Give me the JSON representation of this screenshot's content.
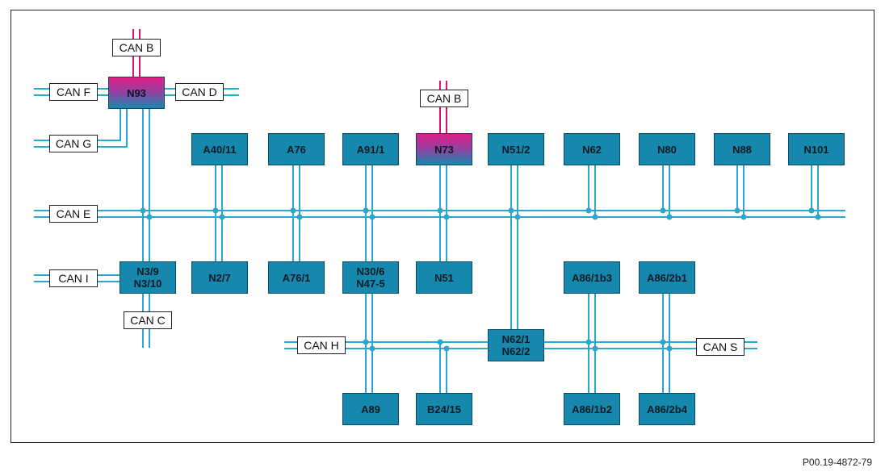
{
  "diagram": {
    "figure_id": "P00.19-4872-79",
    "can_labels": {
      "can_b_top": "CAN B",
      "can_f": "CAN F",
      "can_d": "CAN D",
      "can_g": "CAN G",
      "can_b_n73": "CAN B",
      "can_e": "CAN E",
      "can_i": "CAN I",
      "can_c": "CAN C",
      "can_h": "CAN H",
      "can_s": "CAN S"
    },
    "modules": {
      "n93": "N93",
      "a40_11": "A40/11",
      "a76": "A76",
      "a91_1": "A91/1",
      "n73": "N73",
      "n51_2": "N51/2",
      "n62": "N62",
      "n80": "N80",
      "n88": "N88",
      "n101": "N101",
      "n3_9_n3_10": "N3/9\nN3/10",
      "n2_7": "N2/7",
      "a76_1": "A76/1",
      "n30_6_n47_5": "N30/6\nN47-5",
      "n51": "N51",
      "a86_1b3": "A86/1b3",
      "a86_2b1": "A86/2b1",
      "n62_1_n62_2": "N62/1\nN62/2",
      "a89": "A89",
      "b24_15": "B24/15",
      "a86_1b2": "A86/1b2",
      "a86_2b4": "A86/2b4"
    },
    "colors": {
      "module_fill": "#1788ad",
      "bus_wire": "#29a8cc",
      "can_b_wire": "#d6137a"
    }
  }
}
